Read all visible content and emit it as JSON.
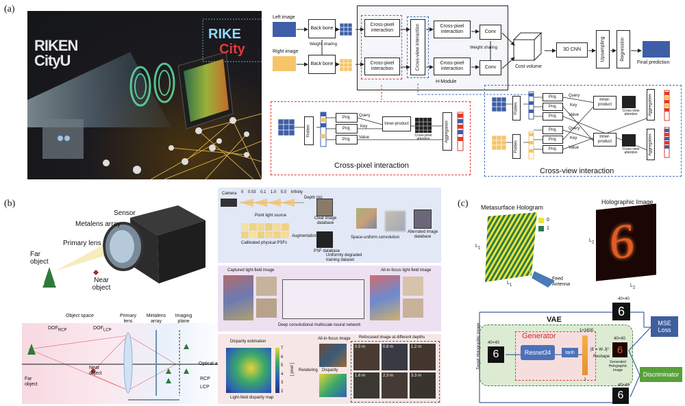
{
  "panels": {
    "a": {
      "letter": "(a)",
      "riken_logo": "RIKEN CityU",
      "riken_logo_partial": "RIKE",
      "city_partial": "City",
      "left_image": "Left image",
      "right_image": "Right image",
      "backbone": "Back bone",
      "weight_sharing": "Weight sharing",
      "cross_pixel": "Cross-pixel interaction",
      "cross_view": "Cross-view interaction",
      "conv": "Conv",
      "cost_volume": "Cost volume",
      "cnn3d": "3D CNN",
      "upsampling": "Upsampling",
      "regression": "Regression",
      "final_prediction": "Final prediction",
      "h_module": "H-Module",
      "flatten": "Flatten",
      "proj": "Proj.",
      "query": "Query",
      "key": "Key",
      "value": "Value",
      "inner_product": "Inner-product",
      "cross_pixel_attention": "Cross-pixel attention",
      "cross_view_attention": "Cross-view attention",
      "aggregation": "Aggregation",
      "cross_pixel_caption": "Cross-pixel interaction",
      "cross_view_caption": "Cross-view interaction"
    },
    "b": {
      "letter": "(b)",
      "sensor": "Sensor",
      "metalens_array": "Metalens array",
      "primary_lens": "Primary lens",
      "far_object": "Far object",
      "near_object": "Near object",
      "object_space": "Object space",
      "dof_rcp": "DOF",
      "dof_rcp_sub": "RCP",
      "dof_lcp": "DOF",
      "dof_lcp_sub": "LCP",
      "primary_lens_2": "Primary lens",
      "metalens_array_2": "Metalens array",
      "imaging_plane": "Imaging plane",
      "optical_axis": "Optical axis",
      "near_object_2": "Near object",
      "far_object_2": "Far object",
      "rcp": "RCP",
      "lcp": "LCP",
      "camera": "Camera",
      "depth_ticks": [
        "0",
        "0.03",
        "0.1",
        "1.0",
        "5.0",
        "Infinity"
      ],
      "depth_label": "Depth (m)",
      "point_light": "Point light source",
      "clear_db": "Clear image database",
      "calibrated_psfs": "Calibrated physical PSFs",
      "augmentation": "Augmentation",
      "psf_db": "PSF database",
      "space_uniform": "Space-uniform convolution",
      "aberrated_db": "Aberrated image database",
      "degraded_dataset": "Uniformly degraded training dataset",
      "captured_lf": "Captured light-field image",
      "all_in_focus_lf": "All-in-focus light-field image",
      "deep_net": "Deep convolutional multiscale neural network",
      "disparity_est": "Disparity estimation",
      "rendering": "Rendering",
      "all_in_focus_img": "All-in-focus image",
      "disparity": "Disparity",
      "refocused": "Refocused image at different depths",
      "lf_disparity_map": "Light-field disparity map",
      "pixel_unit": "[ pixel ]",
      "depth_tags": [
        "0.5 m",
        "0.8 m",
        "1.2 m",
        "1.6 m",
        "2.3 m",
        "3.3 m"
      ],
      "cbar_ticks": [
        "7",
        "6",
        "5",
        "4",
        "3",
        "2"
      ]
    },
    "c": {
      "letter": "(c)",
      "metasurface": "Metasurface Hologram",
      "holographic_image": "Holographic Image",
      "legend_0": "0",
      "legend_1": "1",
      "l1": "L",
      "l1_sub": "1",
      "l2": "L",
      "l2_sub": "2",
      "feed_antenna": "Feed Antenna",
      "dim_40": "40×40",
      "vae": "VAE",
      "generator": "Generator",
      "resnet": "Resnet34",
      "tanh": "tanh",
      "dim_1600": "1×1600",
      "e_formula": "|E = W·J|²",
      "reshape": "Reshape",
      "j_label": "J",
      "generated": "Generated Holographic Image",
      "target": "Target Holographic Image",
      "mse": "MSE Loss",
      "discriminator": "Discriminator",
      "digit": "6"
    }
  },
  "colors": {
    "red_dash": "#e03a2a",
    "blue_dash": "#4a6fb4",
    "left_blue": "#3f5ea8",
    "right_yellow": "#f5c56a",
    "vae_green": "#dcebd2",
    "generator_pink": "#f6dede",
    "resnet_blue": "#4b72b8",
    "mse_blue": "#3f5f9e",
    "disc_green": "#58a13a"
  }
}
